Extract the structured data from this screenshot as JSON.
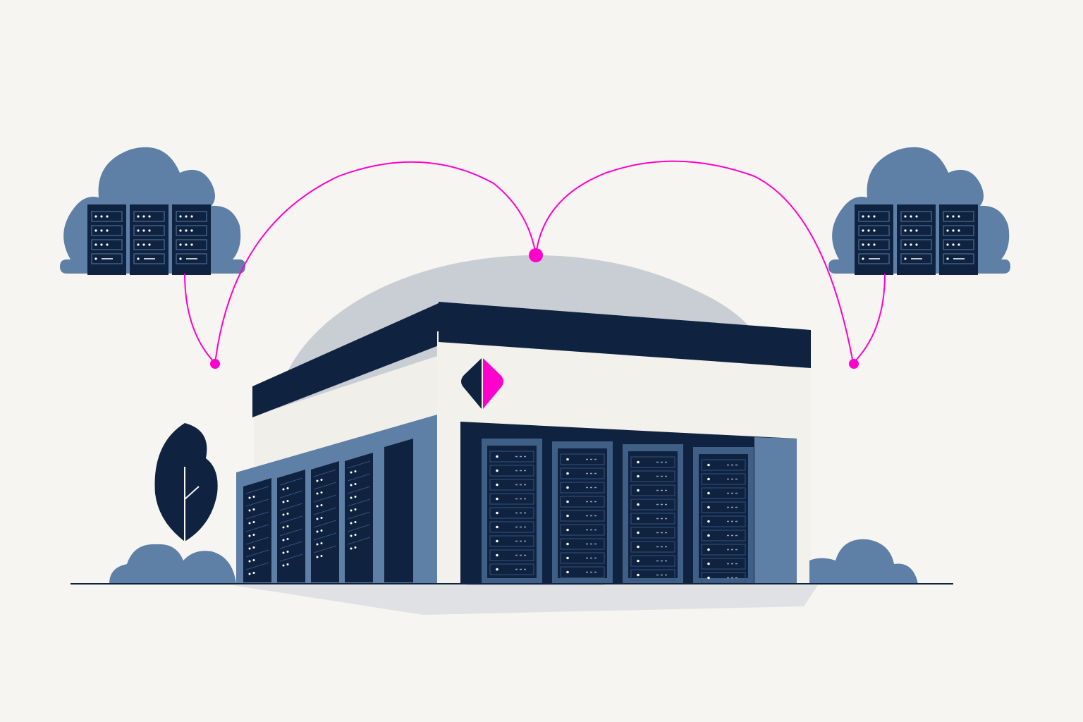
{
  "scene": {
    "subject": "hybrid-cloud-data-center",
    "colors": {
      "background": "#f7f5f1",
      "navy": "#0f2340",
      "slate": "#5e7fa6",
      "slate_dark": "#3f5f86",
      "wall": "#f3f1ec",
      "dome": "#c8ccd3",
      "shadow": "#dfe1e4",
      "accent": "#ff00cc"
    },
    "icons": {
      "logo": "diamond-logo-icon",
      "tree": "leaf-tree-icon",
      "cloud": "cloud-icon",
      "server": "server-rack-icon",
      "node": "connection-node-icon"
    }
  },
  "clouds": [
    {
      "name": "left-cloud",
      "server_units": 3
    },
    {
      "name": "right-cloud",
      "server_units": 3
    }
  ],
  "building": {
    "front_racks": 4,
    "side_racks": 4
  },
  "connections": {
    "count": 2,
    "nodes": 3
  }
}
